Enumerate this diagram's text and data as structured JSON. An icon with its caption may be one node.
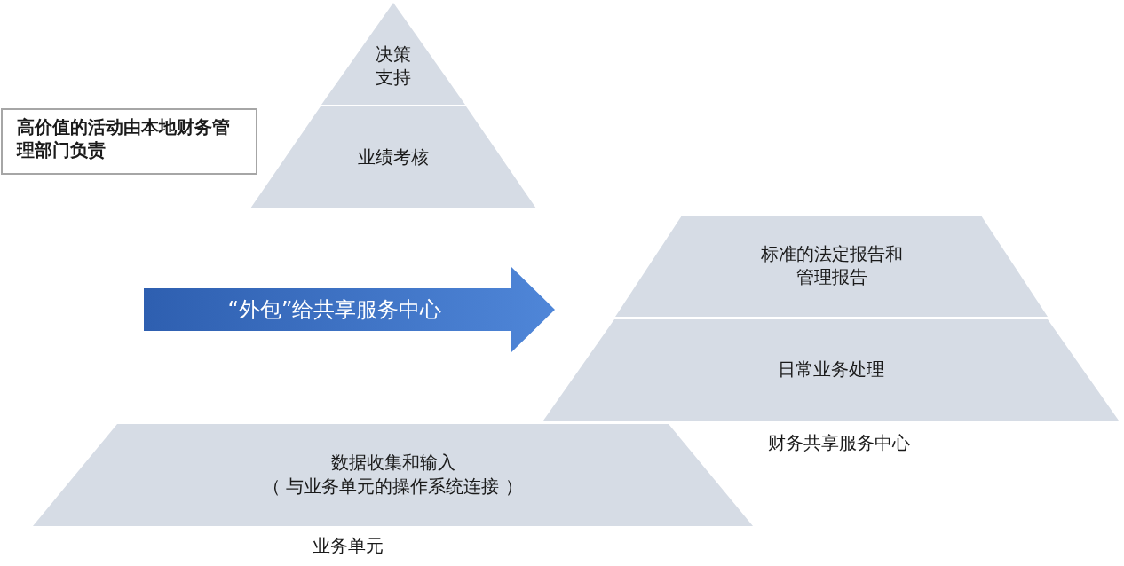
{
  "diagram": {
    "nodes": [
      {
        "text": [
          "决策支持"
        ]
      },
      {
        "text": [
          "业绩考核"
        ]
      },
      {
        "text": [
          "高价值的活动由本地财务管理部门负责"
        ]
      },
      {
        "text": [
          "“外包”给共享服务中心"
        ]
      },
      {
        "text": [
          "标准的法定报告和管理报告"
        ]
      },
      {
        "text": [
          "日常业务处理"
        ],
        "beside": [
          "财务共享服务中心"
        ]
      },
      {
        "text": [
          "数据收集和输入",
          "（ 与业务单元的操作系统连接 ）"
        ],
        "beside": [
          "业务单元"
        ]
      }
    ]
  }
}
